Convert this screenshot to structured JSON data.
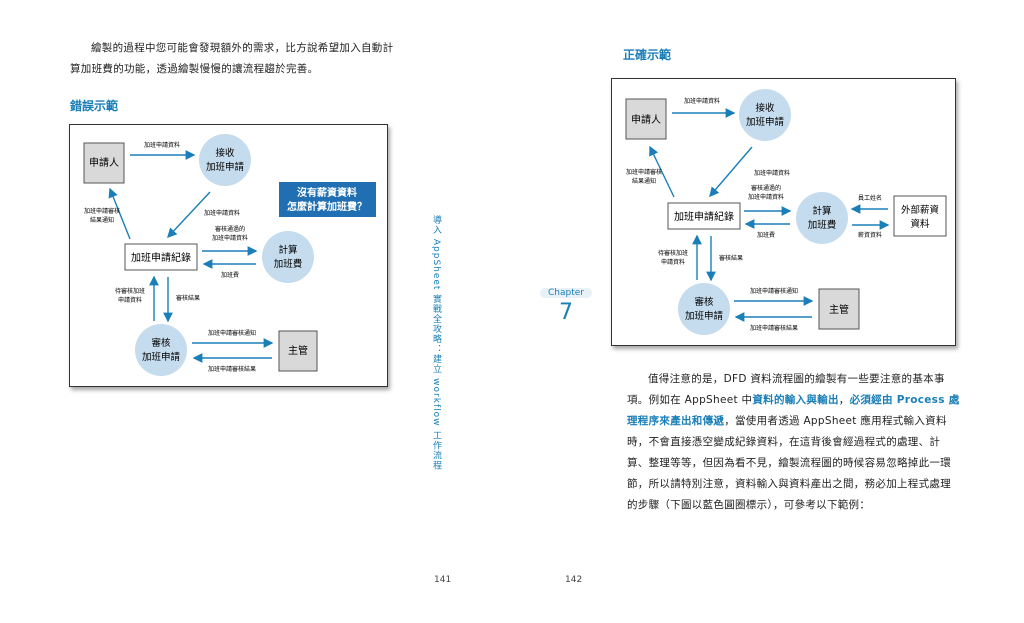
{
  "left_page": {
    "intro": [
      "繪製的過程中您可能會發現額外的需求，比方說希望加入自動計",
      "算加班費的功能，透過繪製慢慢的讓流程趨於完善。"
    ],
    "heading": "錯誤示範",
    "diagram": {
      "nodes": {
        "applicant": "申請人",
        "receive": [
          "接收",
          "加班申請"
        ],
        "record": "加班申請紀錄",
        "calc": [
          "計算",
          "加班費"
        ],
        "review": [
          "審核",
          "加班申請"
        ],
        "manager": "主管"
      },
      "flows": {
        "apply_data": "加班申請資料",
        "notify": [
          "加班申請審核",
          "結果通知"
        ],
        "apply_data2": "加班申請資料",
        "approved": [
          "審核通過的",
          "加班申請資料"
        ],
        "overtime_pay": "加班費",
        "pending": [
          "待審核加班",
          "申請資料"
        ],
        "review_result": "審核結果",
        "review_notice": "加班申請審核通知",
        "review_result2": "加班申請審核結果"
      },
      "callout": [
        "沒有薪資資料",
        "怎麼計算加班費？"
      ]
    },
    "page_number": "141"
  },
  "side_tab": "導入 AppSheet 實戰全攻略：建立 workflow 工作流程",
  "chapter": {
    "label": "Chapter",
    "number": "7"
  },
  "right_page": {
    "heading": "正確示範",
    "diagram": {
      "nodes": {
        "applicant": "申請人",
        "receive": [
          "接收",
          "加班申請"
        ],
        "record": "加班申請紀錄",
        "calc": [
          "計算",
          "加班費"
        ],
        "review": [
          "審核",
          "加班申請"
        ],
        "manager": "主管",
        "salary": [
          "外部薪資",
          "資料"
        ]
      },
      "flows": {
        "apply_data": "加班申請資料",
        "notify": [
          "加班申請審核",
          "結果通知"
        ],
        "apply_data2": "加班申請資料",
        "approved": [
          "審核通過的",
          "加班申請資料"
        ],
        "overtime_pay": "加班費",
        "pending": [
          "待審核加班",
          "申請資料"
        ],
        "review_result": "審核結果",
        "review_notice": "加班申請審核通知",
        "review_result2": "加班申請審核結果",
        "employee_name": "員工姓名",
        "salary_data": "薪資資料"
      }
    },
    "body_lines": [
      [
        {
          "t": "值得注意的是，DFD 資料流程圖的繪製有一些要注意的基本事"
        }
      ],
      [
        {
          "t": "項。例如在 AppSheet 中"
        },
        {
          "t": "資料的輸入與輸出",
          "h": true
        },
        {
          "t": "，"
        },
        {
          "t": "必須經由 Process 處",
          "h": true
        }
      ],
      [
        {
          "t": "理程序來產出和傳遞",
          "h": true
        },
        {
          "t": "，當使用者透過 AppSheet 應用程式輸入資料"
        }
      ],
      [
        {
          "t": "時，不會直接憑空變成紀錄資料，在這背後會經過程式的處理、計"
        }
      ],
      [
        {
          "t": "算、整理等等，但因為看不見，繪製流程圖的時候容易忽略掉此一環"
        }
      ],
      [
        {
          "t": "節，所以請特別注意，資料輸入與資料產出之間，務必加上程式處理"
        }
      ],
      [
        {
          "t": "的步驟（下圖以藍色圓圈標示），可參考以下範例："
        }
      ]
    ],
    "page_number": "142"
  }
}
